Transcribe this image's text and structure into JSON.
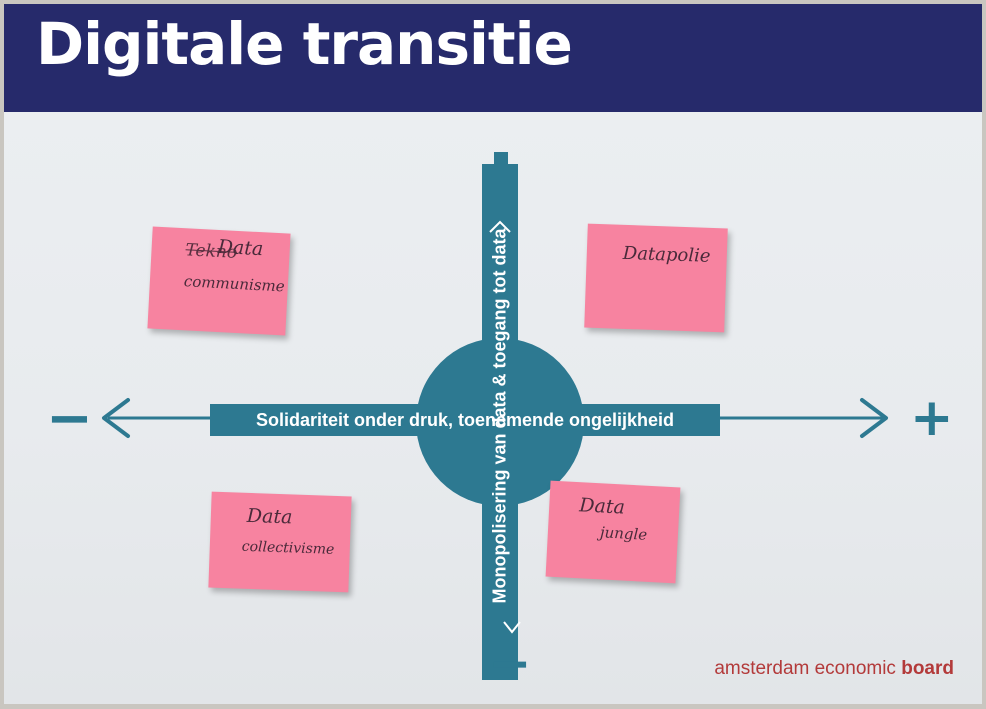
{
  "poster": {
    "title": "Digitale transitie",
    "horizontal_axis_label": "Solidariteit onder druk, toenemende ongelijkheid",
    "vertical_axis_label": "Monopolisering van data & toegang tot data",
    "sign_left": "−",
    "sign_right": "+",
    "sign_bottom": "−"
  },
  "notes": [
    {
      "line1": "Data",
      "line2": "communisme",
      "crossed_out": "Tekno"
    },
    {
      "line1": "Datapolie",
      "line2": ""
    },
    {
      "line1": "Data",
      "line2": "collectivisme"
    },
    {
      "line1": "Data",
      "line2": "jungle"
    }
  ],
  "logo": {
    "prefix": "amsterdam economic ",
    "emphasis": "board"
  },
  "colors": {
    "header": "#262a6b",
    "axis": "#2d7991",
    "sticky_note": "#f783a0",
    "logo": "#b33a3a"
  }
}
